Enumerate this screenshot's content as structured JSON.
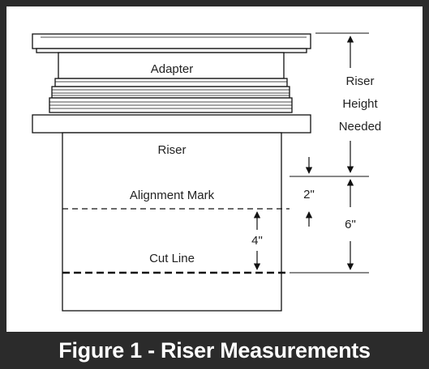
{
  "figure": {
    "caption": "Figure 1 - Riser Measurements"
  },
  "labels": {
    "adapter": "Adapter",
    "riser": "Riser",
    "alignment_mark": "Alignment Mark",
    "cut_line": "Cut Line",
    "riser_height_line1": "Riser",
    "riser_height_line2": "Height",
    "riser_height_line3": "Needed",
    "dim_2in": "2\"",
    "dim_6in": "6\"",
    "dim_4in": "4\""
  }
}
